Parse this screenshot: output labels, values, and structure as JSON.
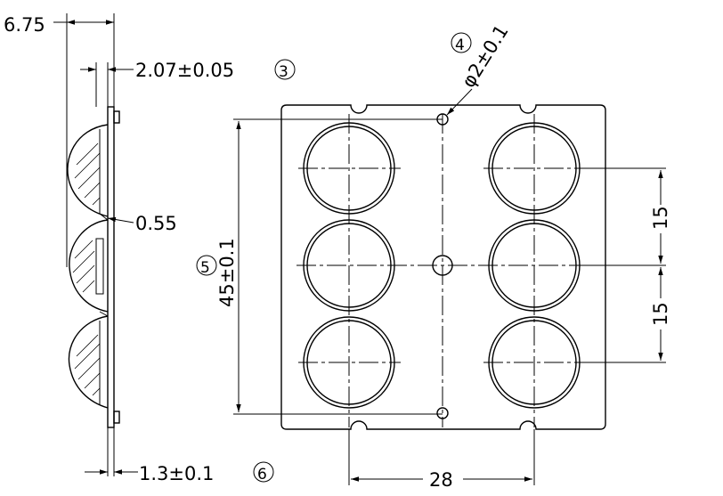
{
  "dimensions": {
    "side_total_thickness": "6.75",
    "plate_thickness": "2.07±0.05",
    "plate_thickness_ref": "3",
    "gap": "0.55",
    "base_thickness": "1.3±0.1",
    "base_thickness_ref": "6",
    "hole_diameter": "φ2±0.1",
    "hole_ref": "4",
    "overall_height": "45±0.1",
    "overall_height_ref": "5",
    "pitch_upper": "15",
    "pitch_lower": "15",
    "column_spacing": "28"
  }
}
